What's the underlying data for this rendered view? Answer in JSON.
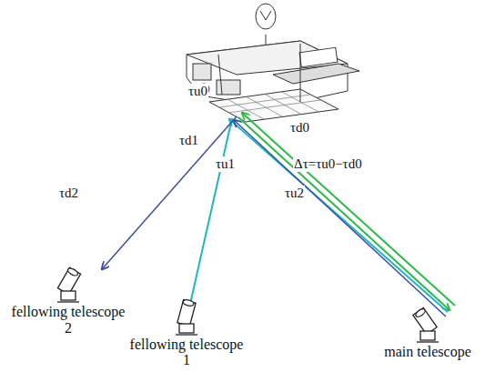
{
  "diagram": {
    "nodes": [
      {
        "text": [
          "fellowing telescope 2"
        ]
      },
      {
        "text": [
          "fellowing telescope 1"
        ]
      },
      {
        "text": [
          "main telescope"
        ]
      }
    ],
    "labels": [
      "τu0",
      "τd0",
      "Δτ=τu0−τd0",
      "τd1",
      "τu1",
      "τu2",
      "τd2"
    ]
  }
}
